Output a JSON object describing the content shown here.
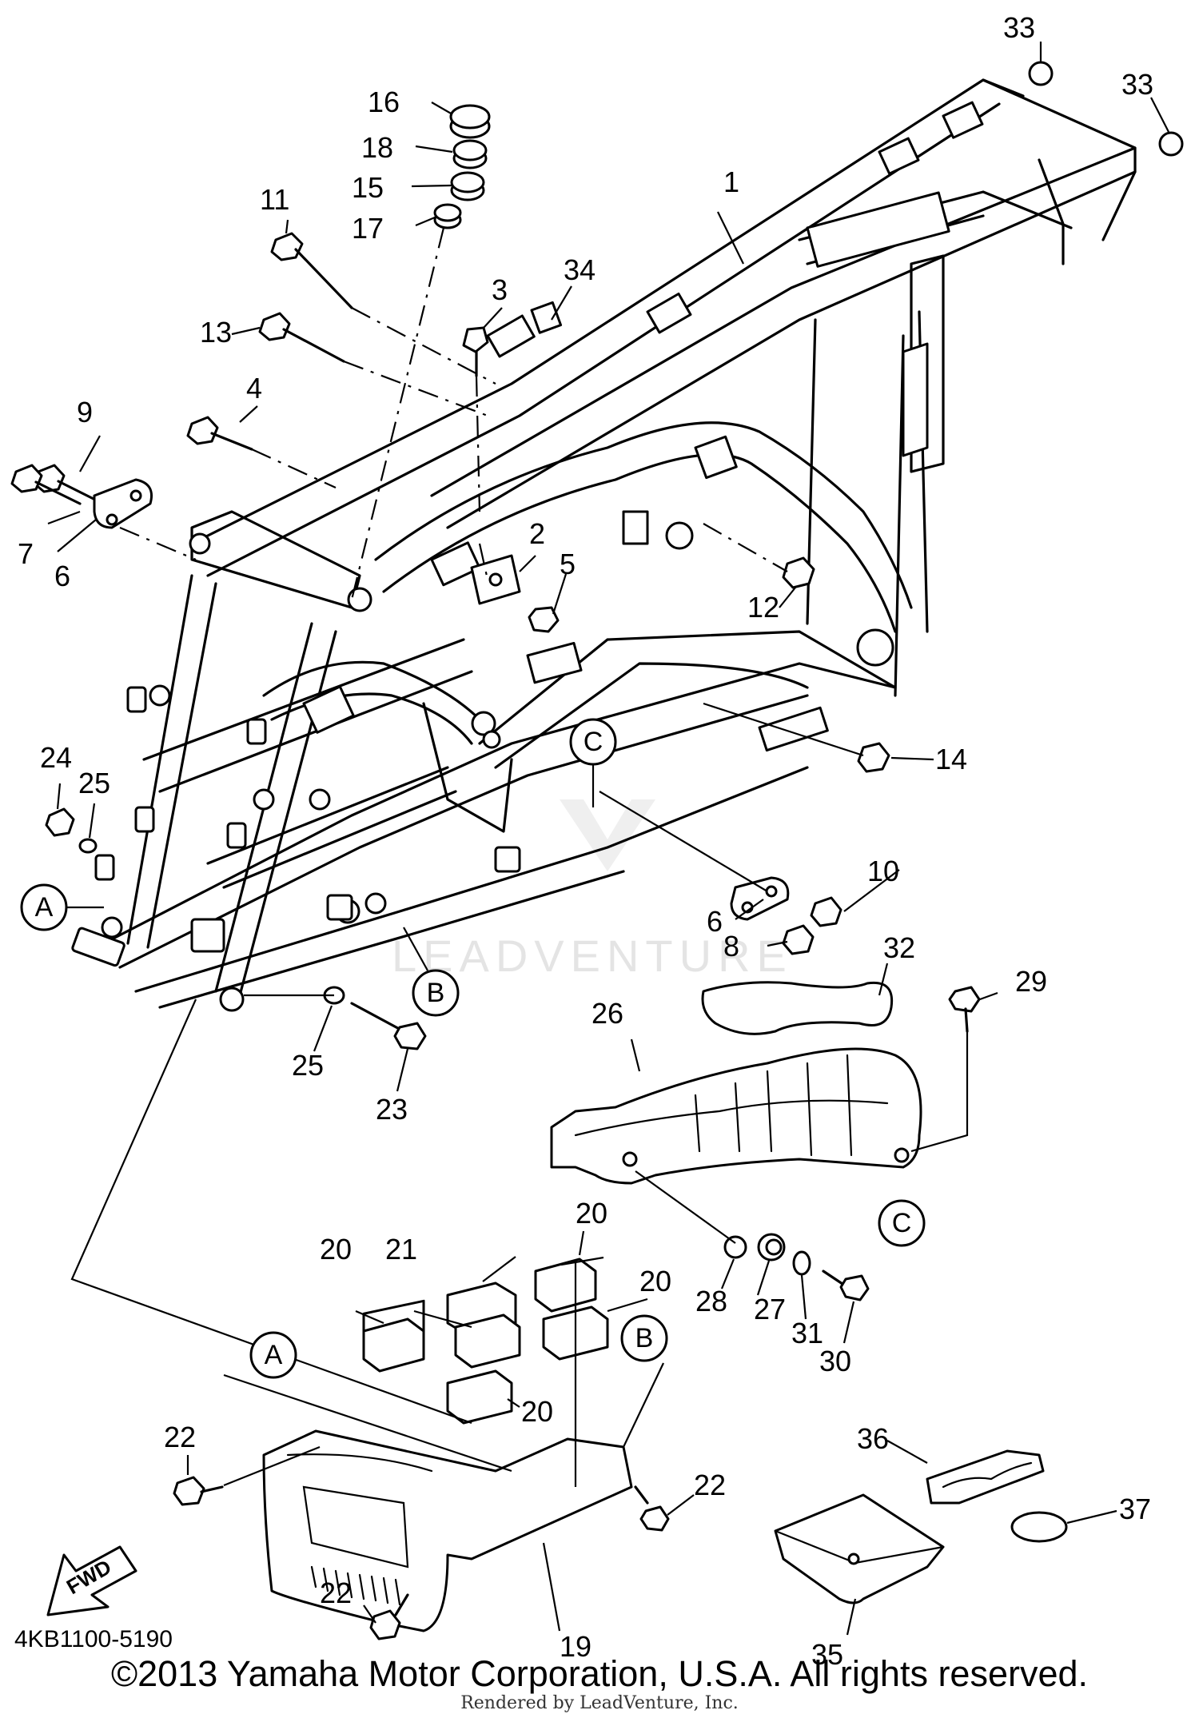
{
  "diagram": {
    "part_numbers": [
      "1",
      "2",
      "3",
      "4",
      "5",
      "6",
      "6",
      "7",
      "8",
      "9",
      "10",
      "11",
      "12",
      "13",
      "14",
      "15",
      "16",
      "17",
      "18",
      "19",
      "20",
      "20",
      "20",
      "20",
      "21",
      "22",
      "22",
      "22",
      "23",
      "24",
      "25",
      "25",
      "26",
      "27",
      "28",
      "29",
      "30",
      "31",
      "32",
      "33",
      "33",
      "34",
      "35",
      "36",
      "37"
    ],
    "reference_labels": [
      "A",
      "A",
      "B",
      "B",
      "C",
      "C"
    ],
    "fwd_label": "FWD",
    "drawing_code": "4KB1100-5190",
    "watermark": "LEADVENTURE"
  },
  "footer": {
    "copyright": "©2013 Yamaha Motor Corporation, U.S.A. All rights reserved.",
    "rendered_by": "Rendered by LeadVenture, Inc."
  }
}
